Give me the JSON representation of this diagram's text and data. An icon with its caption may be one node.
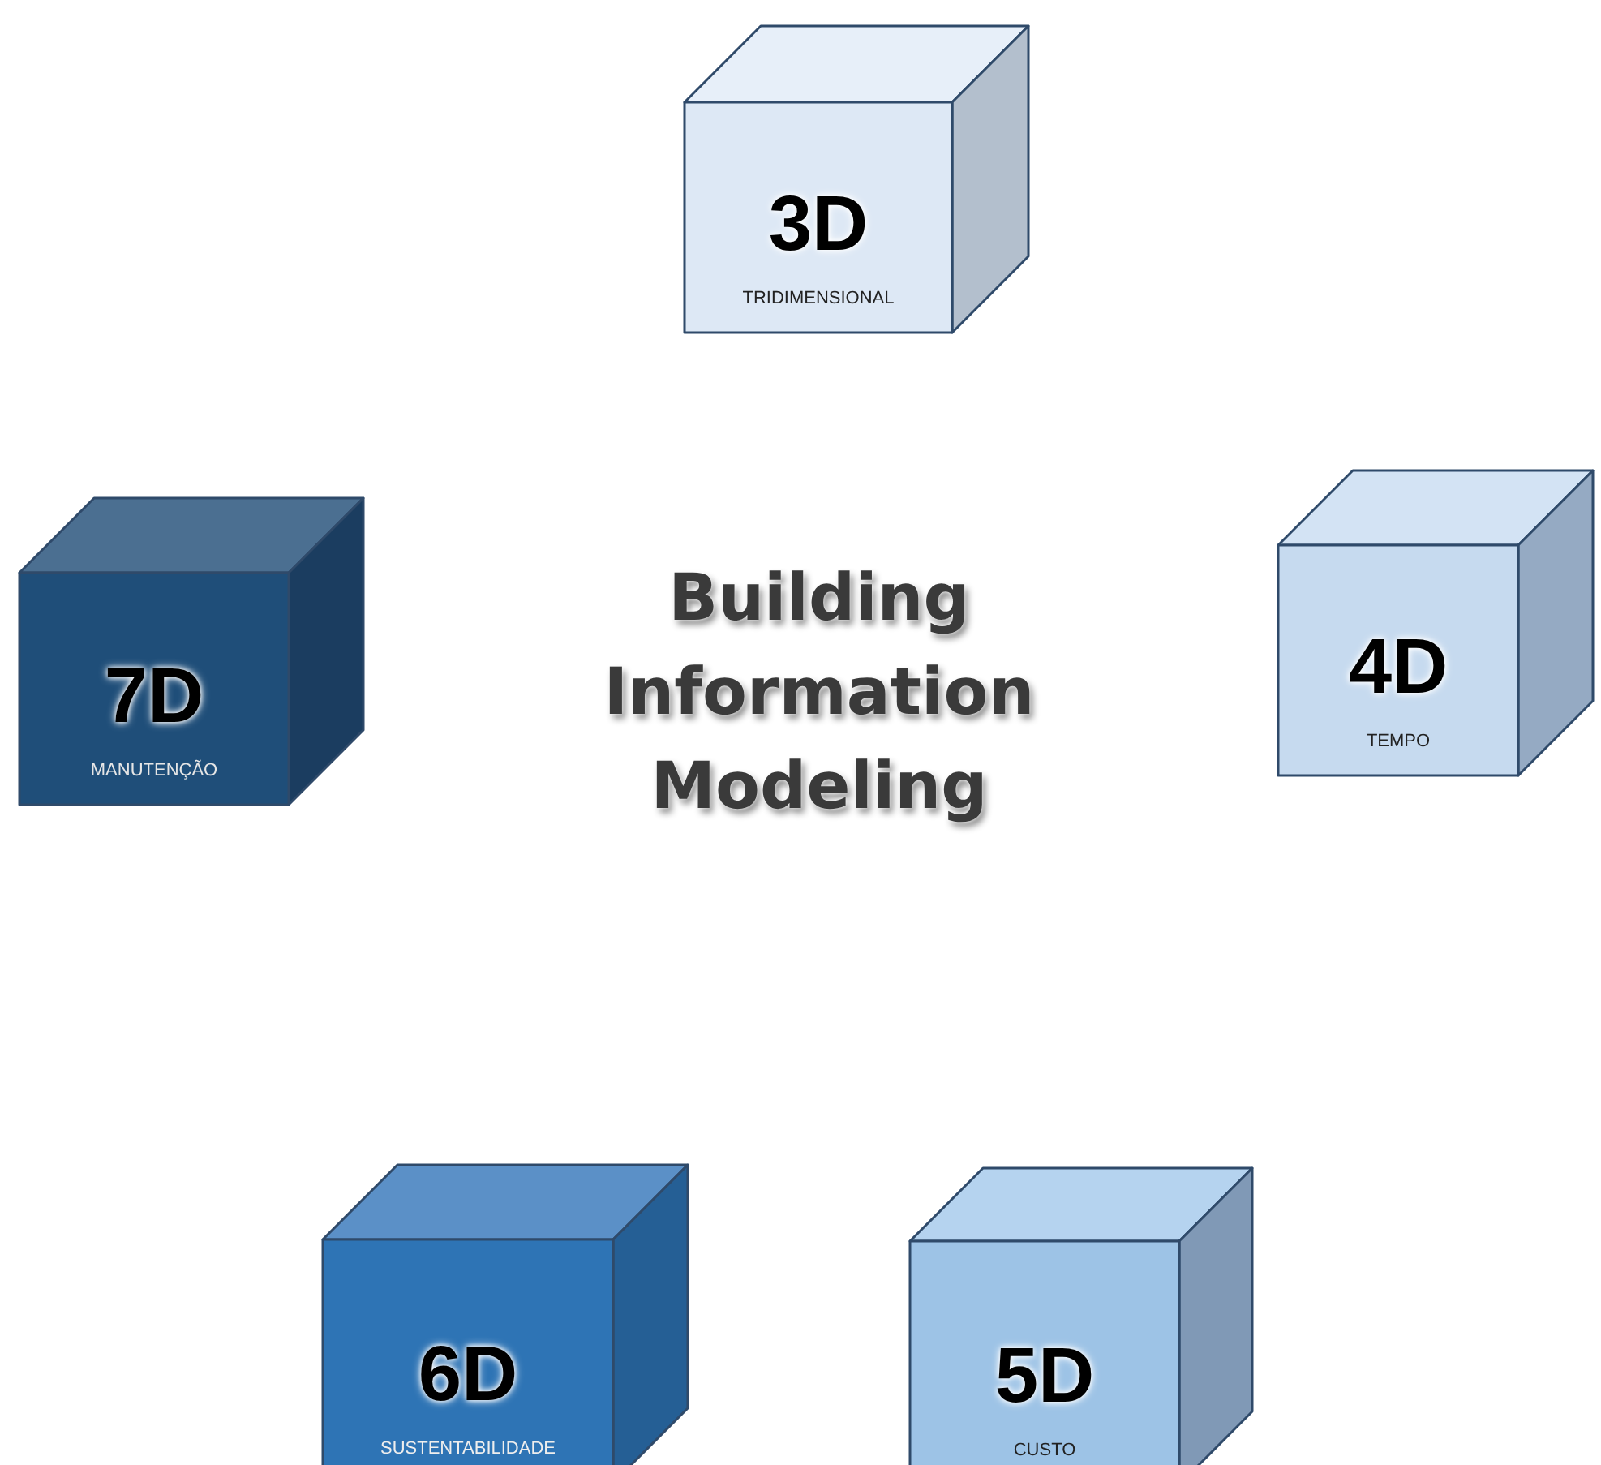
{
  "diagram": {
    "title": "Building Information Modeling",
    "nodes": [
      {
        "text": [
          "3D",
          "TRIDIMENSIONAL"
        ]
      },
      {
        "text": [
          "4D",
          "TEMPO"
        ]
      },
      {
        "text": [
          "7D",
          "MANUTENÇÃO"
        ]
      },
      {
        "text": [
          "6D",
          "SUSTENTABILIDADE"
        ]
      },
      {
        "text": [
          "5D",
          "CUSTO"
        ]
      }
    ]
  }
}
